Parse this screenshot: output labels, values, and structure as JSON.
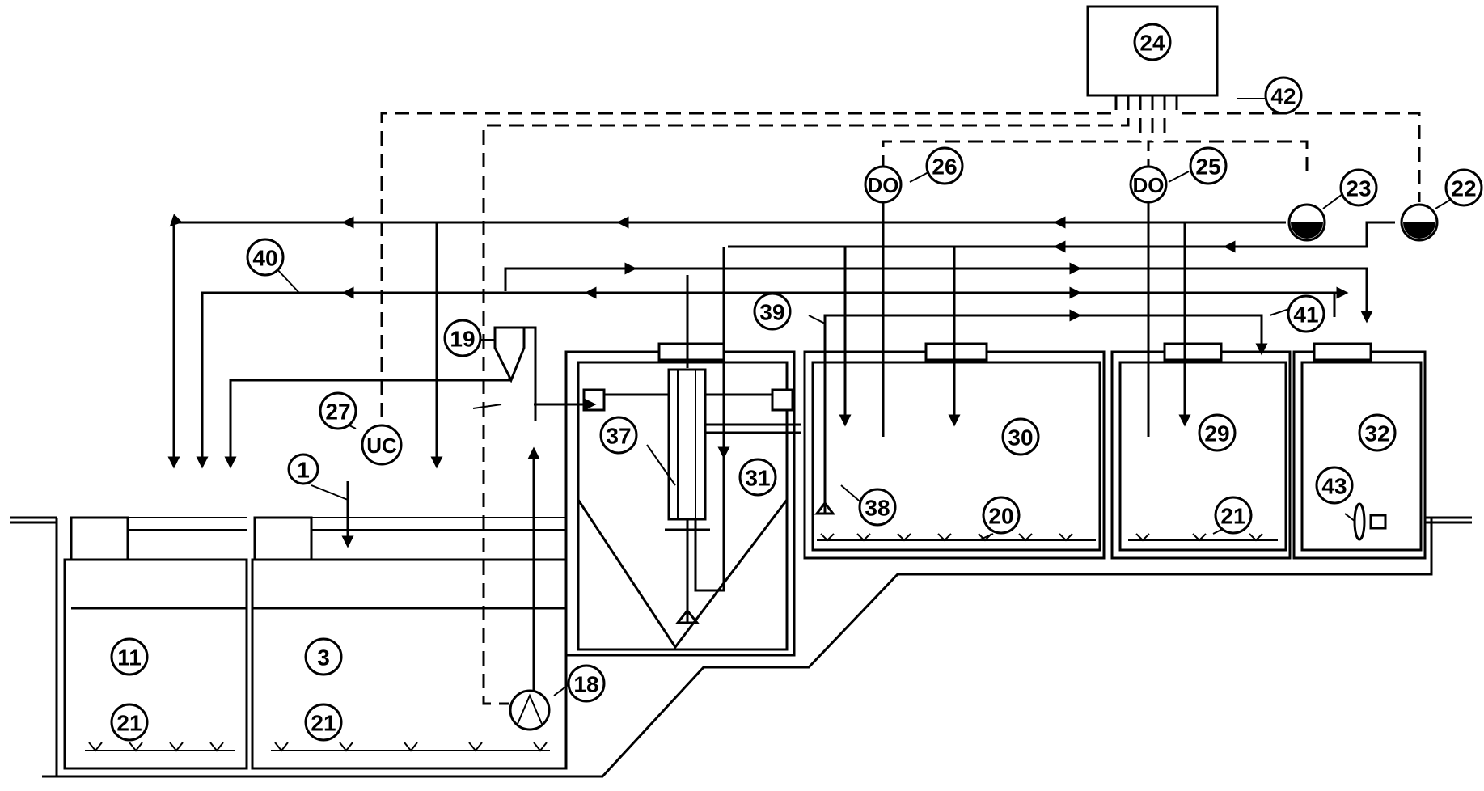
{
  "labels": {
    "n1": "1",
    "n3": "3",
    "n11": "11",
    "n18": "18",
    "n19": "19",
    "n20": "20",
    "n21a": "21",
    "n21b": "21",
    "n21c": "21",
    "n22": "22",
    "n23": "23",
    "n24": "24",
    "n25": "25",
    "n26": "26",
    "n27": "27",
    "n29": "29",
    "n30": "30",
    "n31": "31",
    "n32": "32",
    "n37": "37",
    "n38": "38",
    "n39": "39",
    "n40": "40",
    "n41": "41",
    "n42": "42",
    "n43": "43"
  },
  "instruments": {
    "do_a": "DO",
    "do_b": "DO",
    "uc": "UC"
  }
}
